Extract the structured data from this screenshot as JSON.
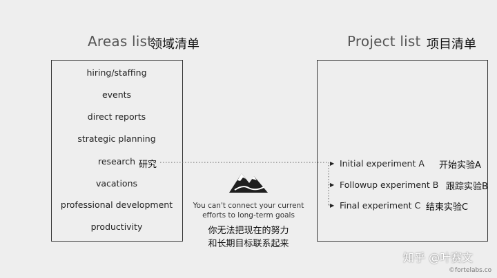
{
  "areas": {
    "title": "Areas list",
    "title_zh": "领域清单",
    "items": [
      "hiring/staffing",
      "events",
      "direct reports",
      "strategic planning",
      "research",
      "vacations",
      "professional development",
      "productivity"
    ],
    "research_zh": "研究"
  },
  "projects": {
    "title": "Project list",
    "title_zh": "项目清单",
    "items": [
      {
        "label": "Initial experiment A",
        "zh": "开始实验A"
      },
      {
        "label": "Followup experiment B",
        "zh": "跟踪实验B"
      },
      {
        "label": "Final experiment C",
        "zh": "结束实验C"
      }
    ]
  },
  "middle": {
    "icon": "mountain-icon",
    "caption_line1": "You can't connect your current",
    "caption_line2": "efforts to long-term goals",
    "caption_zh_line1": "你无法把现在的努力",
    "caption_zh_line2": "和长期目标联系起来"
  },
  "watermark": "知乎 @叶赛文",
  "credit": "©fortelabs.co"
}
